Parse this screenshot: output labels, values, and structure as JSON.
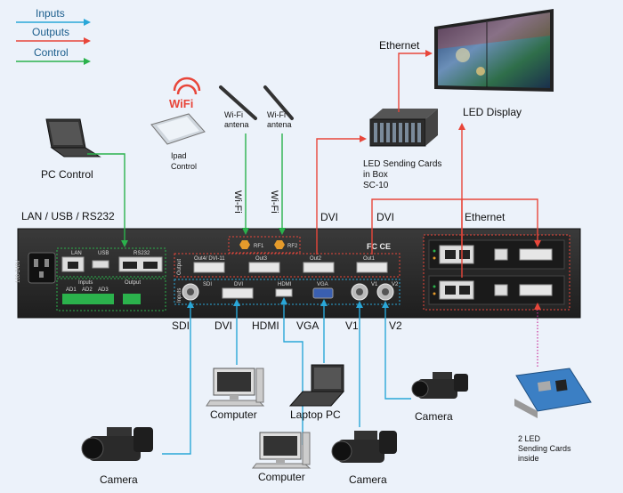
{
  "legend": {
    "inputs": "Inputs",
    "outputs": "Outputs",
    "control": "Control"
  },
  "colors": {
    "inputs": "#2aa7d8",
    "outputs": "#e8463a",
    "control": "#2bb24c",
    "device": "#2a2a2a",
    "background": "#ecf2fa"
  },
  "labels": {
    "ethernet_top": "Ethernet",
    "led_display": "LED Display",
    "wifi_logo": "WiFi",
    "ipad": "Ipad",
    "ipad_sub": "Control",
    "wifi_antena": "Wi-Fi",
    "antena_sub": "antena",
    "pc_control": "PC Control",
    "led_sending_1": "LED Sending  Cards",
    "led_sending_2": "in Box",
    "led_sending_3": "SC-10",
    "lan_usb": "LAN / USB / RS232",
    "wifi_vertical": "Wi-Fi",
    "dvi_out": "DVI",
    "dvi_out2": "DVI",
    "ethernet_out": "Ethernet",
    "in_sdi": "SDI",
    "in_dvi": "DVI",
    "in_hdmi": "HDMI",
    "in_vga": "VGA",
    "in_v1": "V1",
    "in_v2": "V2",
    "computer_1": "Computer",
    "laptop_pc": "Laptop PC",
    "camera_right": "Camera",
    "computer_2": "Computer",
    "camera_left": "Camera",
    "camera_bottom": "Camera",
    "sending_inside_1": "2 LED",
    "sending_inside_2": "Sending Cards",
    "sending_inside_3": "inside"
  },
  "panel": {
    "power_label": "100-240V",
    "lan": "LAN",
    "usb": "USB",
    "rs232": "RS232",
    "inputs_group": "Inputs",
    "output_group": "Output",
    "ad1": "AD1",
    "ad2": "AD2",
    "ad3": "AD3",
    "rf1": "RF1",
    "rf2": "RF2",
    "out_dvi_11": "Out4/ DVI-11",
    "out3": "Out3",
    "out2": "Out2",
    "out1": "Out1",
    "output_side": "Output",
    "input_side": "Inputs",
    "sdi": "SDI",
    "dvi": "DVI",
    "hdmi": "HDMI",
    "vga": "VGA",
    "v1": "V1",
    "v2": "V2",
    "cert": "FC CE"
  }
}
